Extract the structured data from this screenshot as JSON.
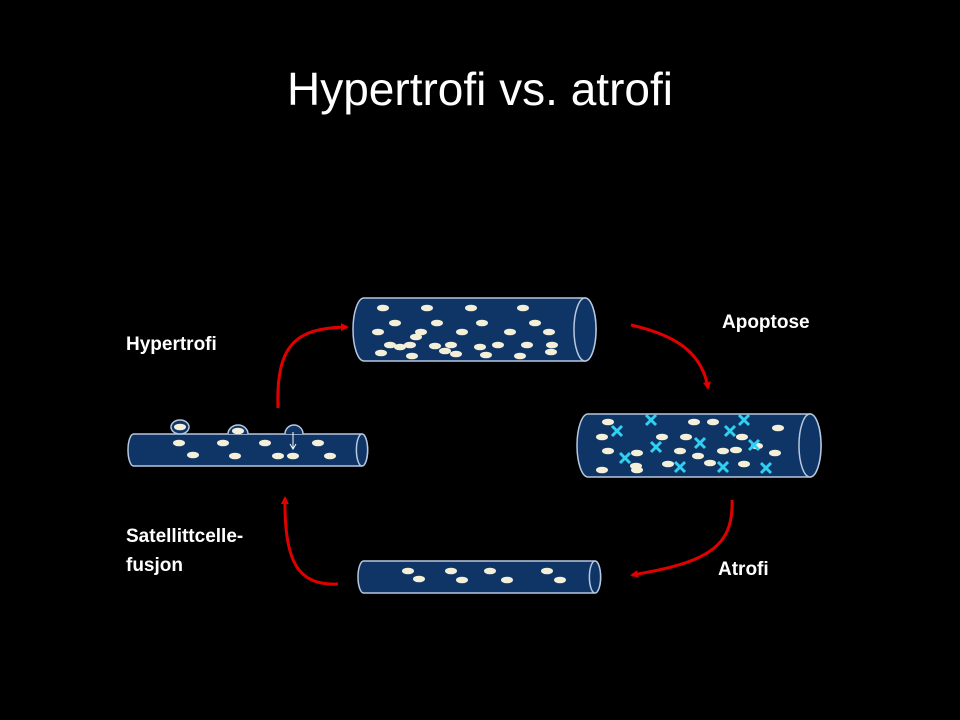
{
  "title": "Hypertrofi vs. atrofi",
  "labels": {
    "hypertrofi": "Hypertrofi",
    "apoptose": "Apoptose",
    "satellitt_line1": "Satellittcelle-",
    "satellitt_line2": "fusjon",
    "atrofi": "Atrofi"
  },
  "colors": {
    "fiber": "#0f3566",
    "outline": "#b8c8e0",
    "nucleus": "#f4efd8",
    "apoptotic": "#2fd0f0",
    "arrow": "#e00000"
  }
}
